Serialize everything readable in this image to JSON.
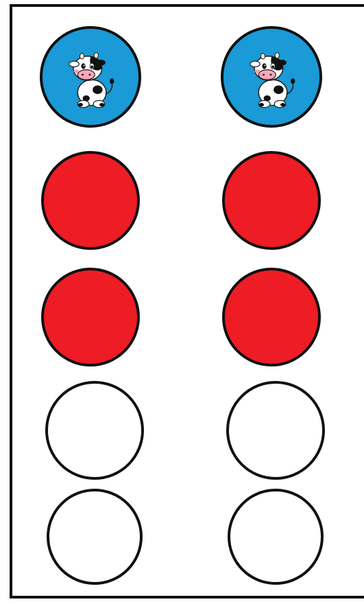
{
  "board": {
    "columns": 2,
    "rows": [
      {
        "type": "cow-token",
        "fill": "#1a9ad6"
      },
      {
        "type": "filled",
        "fill": "#ee1c25"
      },
      {
        "type": "filled",
        "fill": "#ee1c25"
      },
      {
        "type": "empty",
        "fill": "#ffffff"
      },
      {
        "type": "empty",
        "fill": "#ffffff"
      }
    ],
    "outline_color": "#111111",
    "icon": "cow-icon"
  }
}
